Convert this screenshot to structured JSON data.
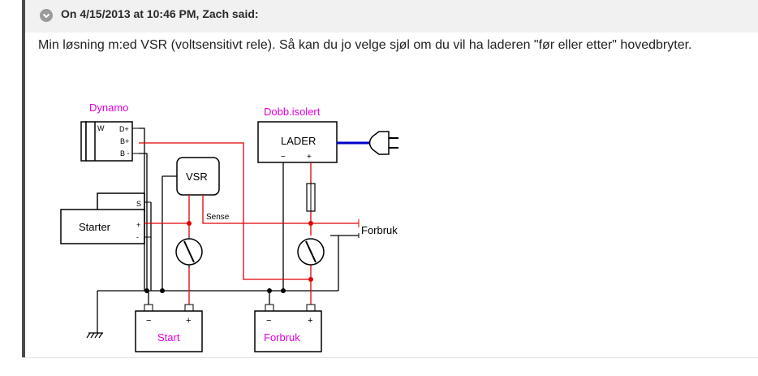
{
  "quote": {
    "header": "On 4/15/2013 at 10:46 PM, Zach said:",
    "body": "Min løsning m:ed VSR (voltsensitivt rele). Så kan du jo velge sjøl om du vil ha laderen \"før eller etter\" hovedbryter.",
    "icon": "chevron-down-icon"
  },
  "diagram": {
    "dynamo_label": "Dynamo",
    "dynamo_terminals": [
      "W",
      "D+",
      "B+",
      "B -"
    ],
    "charger_title": "Dobb.isolert",
    "charger_label": "LADER",
    "charger_minus": "−",
    "charger_plus": "+",
    "vsr_label": "VSR",
    "sense_label": "Sense",
    "starter_label": "Starter",
    "starter_terminals": [
      "S",
      "+",
      "-"
    ],
    "forbruk_out": "Forbruk",
    "battery_start": "Start",
    "battery_forbruk": "Forbruk",
    "battery_minus": "−",
    "battery_plus": "+",
    "colors": {
      "positive": "#e00000",
      "wire": "#000000",
      "label_magenta": "#e000e0",
      "plug_wire": "#0000cc"
    }
  }
}
